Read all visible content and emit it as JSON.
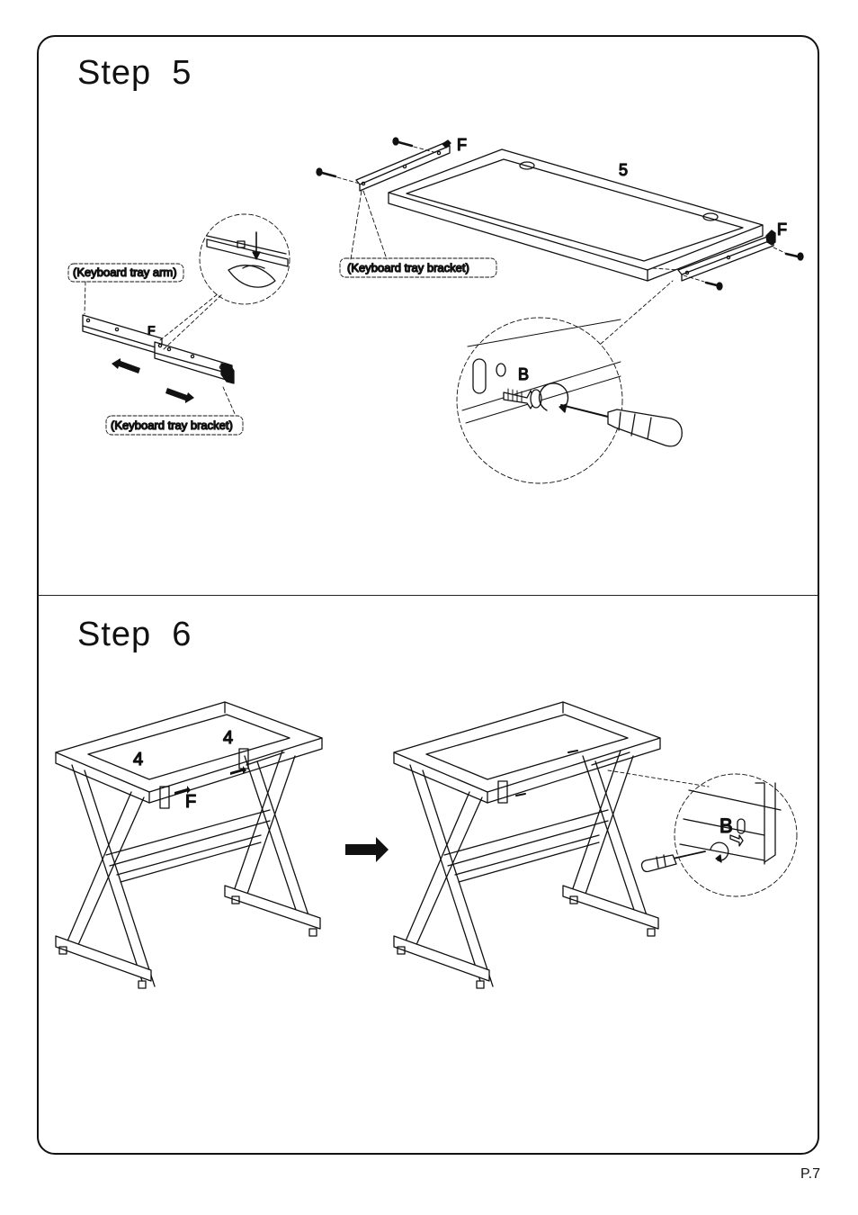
{
  "step5": {
    "title": "Step  5",
    "labels": {
      "part_f_top": "F",
      "part_5": "5",
      "part_f_right": "F",
      "tray_bracket_top": "(Keyboard tray bracket)",
      "tray_arm": "(Keyboard tray arm)",
      "part_f_rail": "F",
      "tray_bracket_bottom": "(Keyboard tray bracket)",
      "screw_b": "B"
    }
  },
  "step6": {
    "title": "Step  6",
    "labels": {
      "part_4_left": "4",
      "part_4_right": "4",
      "part_f": "F",
      "screw_b": "B"
    }
  },
  "footer": {
    "page": "P.7"
  }
}
